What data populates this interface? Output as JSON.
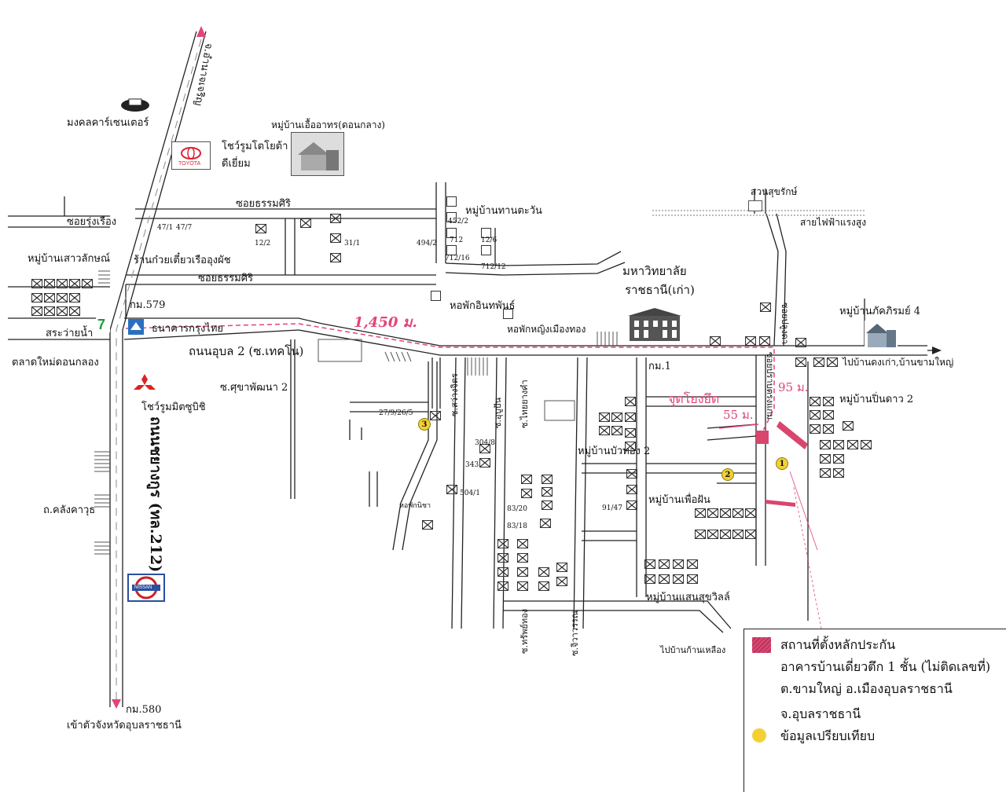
{
  "labels": {
    "road_north": "จ.อำนาจเจริญ",
    "mongkol": "มงคลคาร์เซนเตอร์",
    "toyota_showroom": "โชว์รูมโตโยต้า",
    "toyota_showroom2": "ดีเยี่ยม",
    "village_uathorn": "หมู่บ้านเอื้ออาทร(ดอนกลาง)",
    "soi_rungrueang": "ซอยรุ่งเรือง",
    "soi_thammasiri_top": "ซอยธรรมศิริ",
    "soi_thammasiri_mid": "ซอยธรรมศิริ",
    "village_saolak": "หมู่บ้านเสาวลักษณ์",
    "noodle_shop": "ร้านก๋วยเตี๋ยวเรืออุงผัช",
    "km579": "กม.579",
    "bank": "ธนาคารกรุงไทย",
    "sra": "สระว่ายน้ำ",
    "market": "ตลาดใหม่ดอนกลอง",
    "road_upon2": "ถนนอุบล 2 (ซ.เทคโน)",
    "soi_suksa": "ซ.ศุขาพัฒนา 2",
    "mitsubishi_showroom": "โชว์รูมมิตซูบิชิ",
    "highway": "ถนนชยางกูร (ทล.212)",
    "soi_klang": "ถ.คลังคาวุธ",
    "km580": "กม.580",
    "to_city": "เข้าตัวจังหวัดอุบลราชธานี",
    "village_thantawan": "หมู่บ้านทานตะวัน",
    "dorm_inthaphan": "หอพักอินทพันธ์",
    "dorm_women": "หอพักหญิงเมืองทอง",
    "distance_1450": "1,450 ม.",
    "university_1": "มหาวิทยาลัย",
    "university_2": "ราชธานี(เก่า)",
    "suan_sukharak": "สวนสุขรักษ์",
    "powerline": "สายไฟฟ้าแรงสูง",
    "village_pakdee": "หมู่บ้านภัคภิรมย์ 4",
    "to_khamyai": "ไปบ้านดงเก่า,บ้านขามใหญ่",
    "km1": "กม.1",
    "connect_point": "จุดโยงยึด",
    "distance_55": "55 ม.",
    "distance_95": "95 ม.",
    "soi_pranang": "ซอยปราบตรงแกม",
    "soi_east2": "ซอยปลูงดา",
    "village_pindao": "หมู่บ้านปิ่นดาว 2",
    "village_buathong": "หมู่บ้านบัวทอง 2",
    "village_puean": "หมู่บ้านเพื่อฝัน",
    "village_saen": "หมู่บ้านแสนสุขวิลล์",
    "to_kuan": "ไปบ้านก้านเหลือง",
    "dorm_nicha": "หอพักนิชา",
    "soi_sawang": "ซ.สว่างจิตร",
    "soi_ubon": "ซ.อุบูปัน",
    "soi_thaiyang": "ซ.ไทยยางคำ",
    "soi_taritong": "ซ.ทรัพย์ทอง",
    "soi_jiwan": "ซ.จิวาวรรณ"
  },
  "house_numbers": {
    "h47": "47/1",
    "h47b": "47/7",
    "h12_2": "12/2",
    "h31_1": "31/1",
    "h452_2": "452/2",
    "h494_2": "494/2",
    "h712": "712",
    "h12_6": "12/6",
    "h712_16": "712/16",
    "h712_12": "712/12",
    "h2765": "27/9/26/5",
    "h304_8": "304/8",
    "h343": "343",
    "h504_1": "504/1",
    "h83_20": "83/20",
    "h83_18": "83/18",
    "h91_47": "91/47"
  },
  "pins": {
    "p1": "1",
    "p2": "2",
    "p3": "3"
  },
  "logos": {
    "toyota": "TOYOTA",
    "nissan": "NISSAN",
    "seven": "7"
  },
  "legend": {
    "line1": "สถานที่ตั้งหลักประกัน",
    "line2": "อาคารบ้านเดี่ยวตึก 1 ชั้น (ไม่ติดเลขที่)",
    "line3": "ต.ขามใหญ่  อ.เมืองอุบลราชธานี",
    "line4": "จ.อุบลราชธานี",
    "line5": "ข้อมูลเปรียบเทียบ"
  },
  "colors": {
    "route": "#e0457b",
    "collateral": "#d8466f",
    "pin": "#f3d134"
  }
}
